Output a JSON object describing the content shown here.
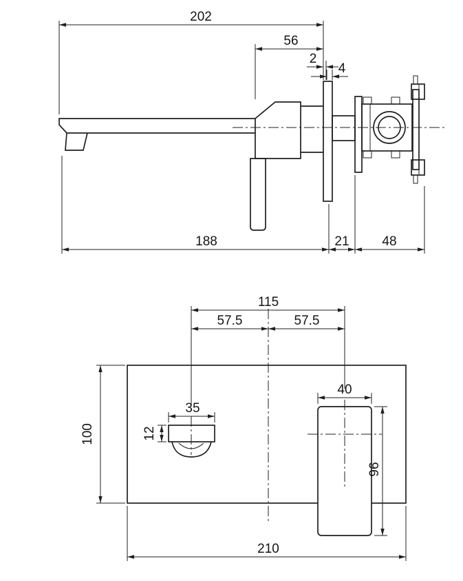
{
  "drawing_colors": {
    "line": "#1f1f1f",
    "background": "#ffffff"
  },
  "side_view": {
    "dims": {
      "d202": "202",
      "d56": "56",
      "d2": "2",
      "d4": "4",
      "d188": "188",
      "d21": "21",
      "d48": "48"
    }
  },
  "front_view": {
    "dims": {
      "d115": "115",
      "d57l": "57.5",
      "d57r": "57.5",
      "d100": "100",
      "d35": "35",
      "d12": "12",
      "d40": "40",
      "d96": "96",
      "d210": "210"
    }
  }
}
